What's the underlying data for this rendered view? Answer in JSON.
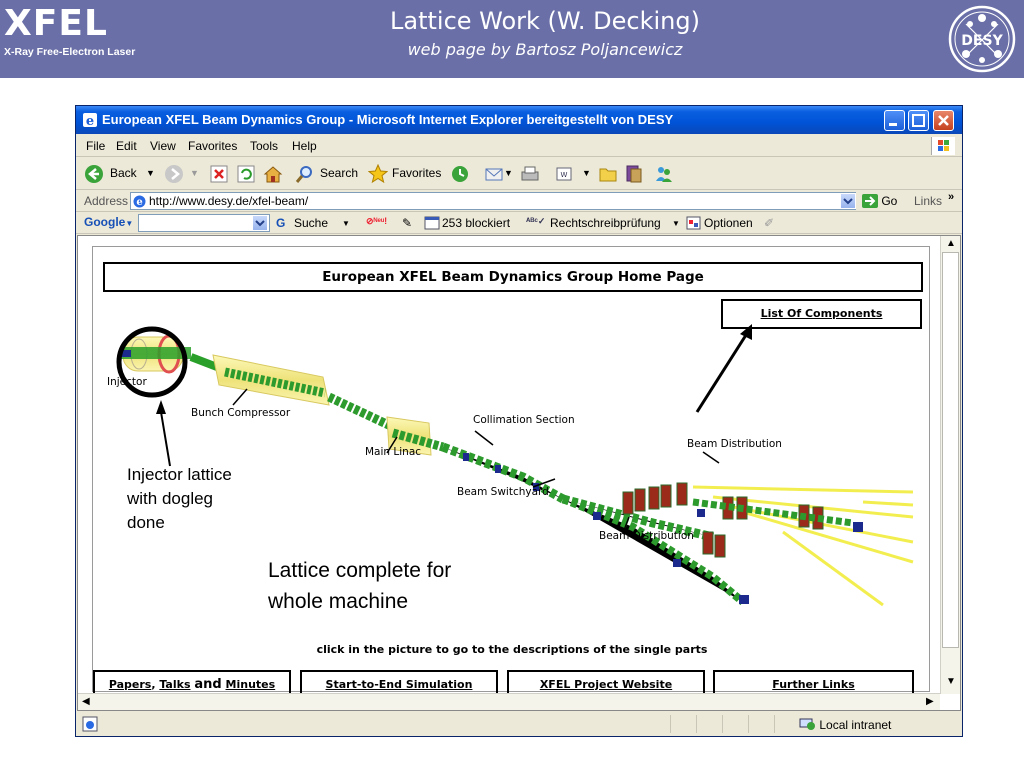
{
  "slide": {
    "logo_big": "XFEL",
    "logo_small": "X-Ray Free-Electron Laser",
    "title": "Lattice Work (W. Decking)",
    "subtitle": "web page by Bartosz Poljancewicz",
    "desy_logo_text": "DESY",
    "colors": {
      "header_bg": "#6a6fa7"
    }
  },
  "browser": {
    "window_title": "European XFEL Beam Dynamics Group - Microsoft Internet Explorer bereitgestellt von DESY",
    "menu": [
      "File",
      "Edit",
      "View",
      "Favorites",
      "Tools",
      "Help"
    ],
    "toolbar": {
      "back": "Back",
      "search": "Search",
      "favorites": "Favorites"
    },
    "address": {
      "label": "Address",
      "url": "http://www.desy.de/xfel-beam/",
      "go": "Go",
      "links": "Links"
    },
    "googlebar": {
      "logo": "Google",
      "search": "Suche",
      "blocked": "253 blockiert",
      "spell": "Rechtschreibprüfung",
      "options": "Optionen"
    },
    "status": {
      "zone": "Local intranet"
    }
  },
  "page": {
    "heading": "European XFEL Beam Dynamics Group Home Page",
    "list_of_components": "List Of Components",
    "labels": {
      "injector": "Injector",
      "bunch_compressor": "Bunch Compressor",
      "main_linac": "Main Linac",
      "collimation": "Collimation Section",
      "beam_distribution_top": "Beam Distribution",
      "beam_switchyard": "Beam Switchyard",
      "beam_distribution_bottom": "Beam Distribution"
    },
    "click_hint": "click in the picture to go to the descriptions of the single parts",
    "nav": {
      "papers": "Papers",
      "comma": ",",
      "talks": "Talks",
      "and": "and",
      "minutes": "Minutes",
      "s2e": "Start-to-End Simulation",
      "project": "XFEL Project Website",
      "further": "Further Links"
    }
  },
  "annotations": {
    "injector_line1": "Injector lattice",
    "injector_line2": "with dogleg",
    "injector_line3": "done",
    "complete_line1": "Lattice complete for",
    "complete_line2": "whole machine"
  }
}
